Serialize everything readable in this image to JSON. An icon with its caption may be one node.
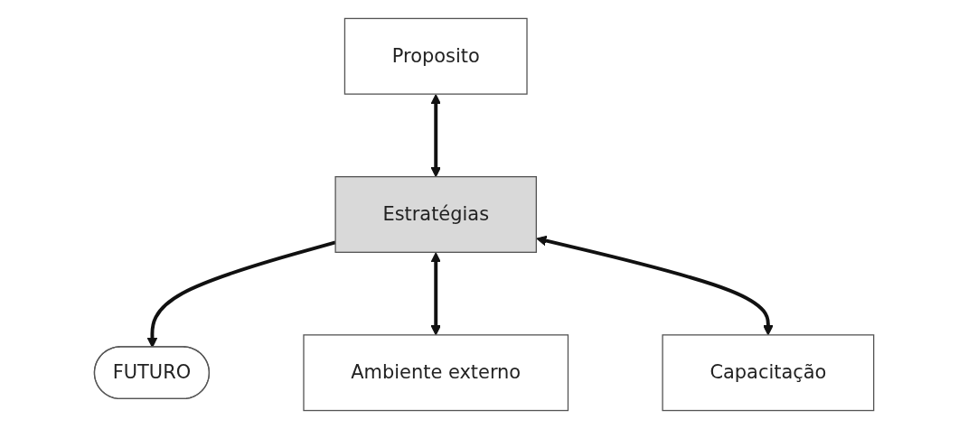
{
  "diagram": {
    "nodes": [
      {
        "text": [
          "Proposito"
        ]
      },
      {
        "text": [
          "Estratégias"
        ]
      },
      {
        "text": [
          "FUTURO"
        ]
      },
      {
        "text": [
          "Ambiente externo"
        ]
      },
      {
        "text": [
          "Capacitação"
        ]
      }
    ],
    "edges": [
      {
        "from": 0,
        "to": 1,
        "arrow": "both"
      },
      {
        "from": 1,
        "to": 2,
        "arrow": "to"
      },
      {
        "from": 1,
        "to": 3,
        "arrow": "both"
      },
      {
        "from": 1,
        "to": 4,
        "arrow": "both"
      }
    ]
  }
}
